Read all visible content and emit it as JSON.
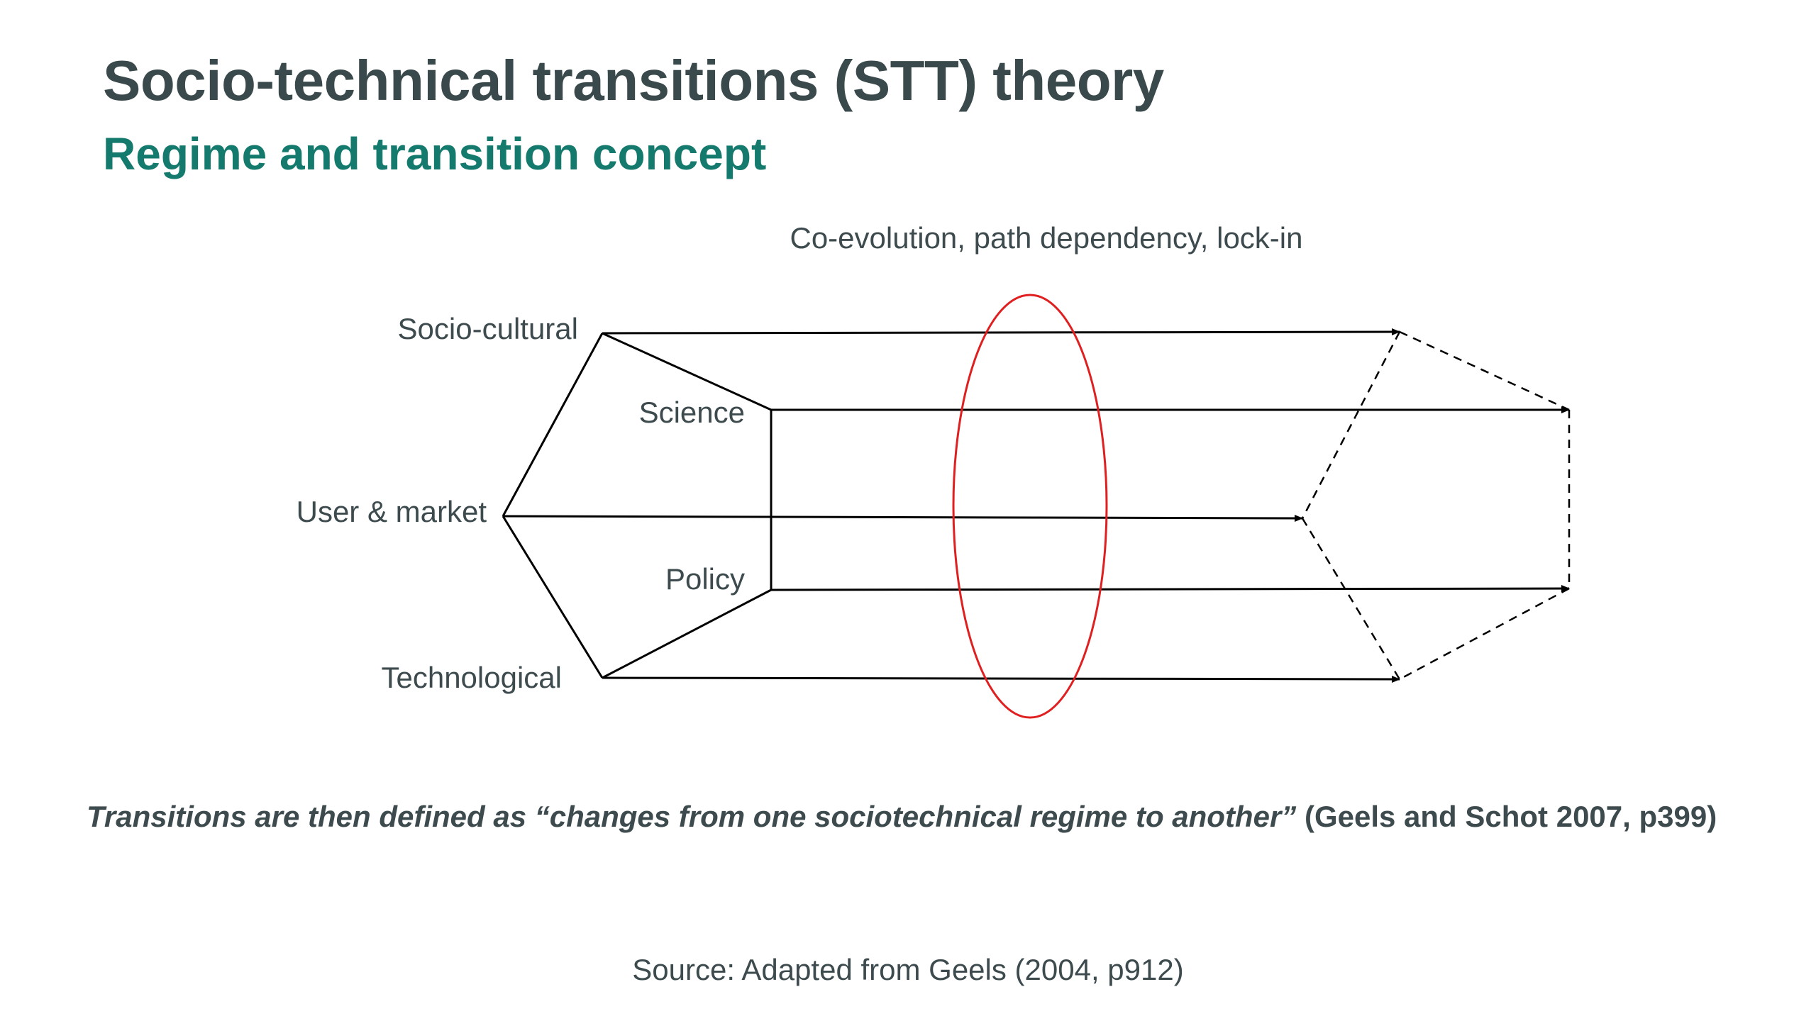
{
  "slide": {
    "title": "Socio-technical transitions (STT) theory",
    "subtitle": "Regime and transition concept"
  },
  "diagram": {
    "top_label": "Co-evolution, path dependency, lock-in",
    "dimensions": {
      "socio_cultural": "Socio-cultural",
      "science": "Science",
      "user_market": "User & market",
      "policy": "Policy",
      "technological": "Technological"
    },
    "colors": {
      "lines": "#000000",
      "ellipse": "#e02020"
    }
  },
  "quote": {
    "italic_text": "Transitions are then defined as “changes from one sociotechnical regime to another”",
    "citation": " (Geels and Schot 2007, p399)"
  },
  "source": "Source: Adapted from Geels (2004, p912)"
}
